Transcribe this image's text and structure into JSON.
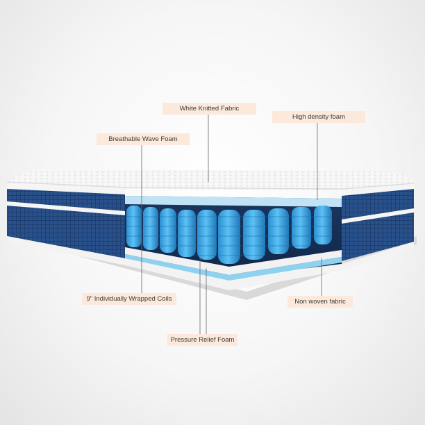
{
  "labels": {
    "white_knitted_fabric": "White Knitted Fabric",
    "high_density_foam": "High density foam",
    "breathable_wave_foam": "Breathable Wave Foam",
    "individually_wrapped_coils": "9\" Individually Wrapped Coils",
    "non_woven_fabric": "Non woven fabric",
    "pressure_relief_foam": "Pressure Relief Foam"
  },
  "colors": {
    "label_background": "#fce9dc",
    "fabric_navy": "#1f3f70",
    "coil_blue": "#38a6e3",
    "foam_white": "#f4f4f4",
    "leader_line": "#666666"
  }
}
